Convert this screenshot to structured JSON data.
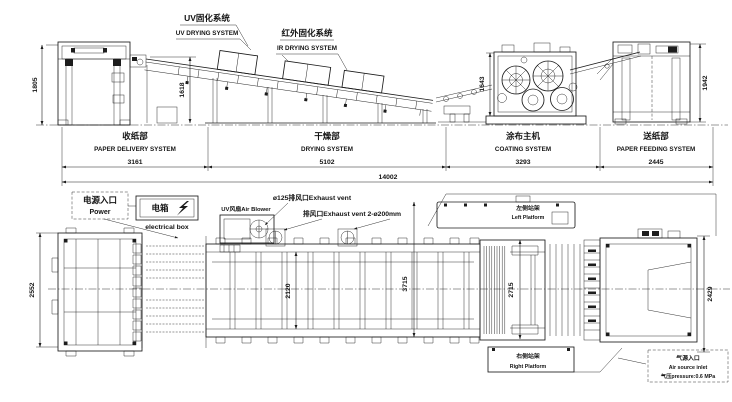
{
  "drawing": {
    "ink": "#1c1c1c",
    "bg": "#ffffff"
  },
  "elevation": {
    "callout_uv": {
      "cn": "UV固化系统",
      "en": "UV DRYING SYSTEM"
    },
    "callout_ir": {
      "cn": "红外固化系统",
      "en": "IR DRYING SYSTEM"
    },
    "sections": [
      {
        "cn": "收纸部",
        "en": "PAPER DELIVERY SYSTEM",
        "dim": "3161"
      },
      {
        "cn": "干燥部",
        "en": "DRYING SYSTEM",
        "dim": "5102"
      },
      {
        "cn": "涂布主机",
        "en": "COATING SYSTEM",
        "dim": "3293"
      },
      {
        "cn": "送纸部",
        "en": "PAPER FEEDING SYSTEM",
        "dim": "2445"
      }
    ],
    "total_length": "14002",
    "height_delivery": "1805",
    "height_dryer": "1618",
    "height_coater": "1643",
    "height_feeder": "1942"
  },
  "plan": {
    "overall_width": "2552",
    "power_inlet": {
      "cn": "电源入口",
      "en": "Power"
    },
    "electrical_box": {
      "cn": "电箱",
      "en": "electrical box",
      "icon": "lightning-bolt"
    },
    "uv_blower_label": "UV风扇Air Blower",
    "exhaust_125_label": "ø125排风口Exhaust vent",
    "exhaust_200_label": "排风口Exhaust vent 2-ø200mm",
    "left_platform": {
      "cn": "左侧站架",
      "en": "Left Platform"
    },
    "right_platform": {
      "cn": "右侧站架",
      "en": "Right Platform"
    },
    "air_inlet": {
      "cn": "气源入口",
      "en": "Air source inlet",
      "pressure": "气压pressure:0.6 MPa"
    },
    "width_conveyor": "2120",
    "width_dryer_platform": "3715",
    "width_coater_platform": "2715",
    "width_feeder": "2429"
  }
}
